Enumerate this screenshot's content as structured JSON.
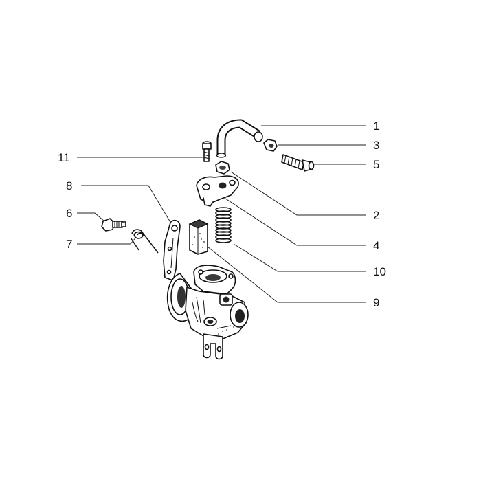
{
  "callouts": [
    {
      "id": "1",
      "label": "1"
    },
    {
      "id": "2",
      "label": "2"
    },
    {
      "id": "3",
      "label": "3"
    },
    {
      "id": "4",
      "label": "4"
    },
    {
      "id": "5",
      "label": "5"
    },
    {
      "id": "6",
      "label": "6"
    },
    {
      "id": "7",
      "label": "7"
    },
    {
      "id": "8",
      "label": "8"
    },
    {
      "id": "9",
      "label": "9"
    },
    {
      "id": "10",
      "label": "10"
    },
    {
      "id": "11",
      "label": "11"
    }
  ],
  "colors": {
    "line": "#111111",
    "part_fill": "#ffffff",
    "shade": "#3a3a3a",
    "background": "#ffffff"
  }
}
